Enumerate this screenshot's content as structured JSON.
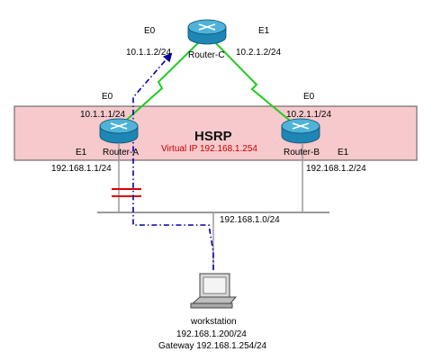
{
  "hsrp": {
    "title": "HSRP",
    "virtual_ip": "Virtual IP 192.168.1.254"
  },
  "routers": {
    "a": {
      "name": "Router-A",
      "e0_label": "E0",
      "e0_ip": "10.1.1.1/24",
      "e1_label": "E1",
      "e1_ip": "192.168.1.1/24"
    },
    "b": {
      "name": "Router-B",
      "e0_label": "E0",
      "e0_ip": "10.2.1.1/24",
      "e1_label": "E1",
      "e1_ip": "192.168.1.2/24"
    },
    "c": {
      "name": "Router-C",
      "e0_label": "E0",
      "e0_ip": "10.1.1.2/24",
      "e1_label": "E1",
      "e1_ip": "10.2.1.2/24"
    }
  },
  "lan": {
    "subnet": "192.168.1.0/24"
  },
  "workstation": {
    "name": "workstation",
    "ip": "192.168.1.200/24",
    "gateway": "Gateway 192.168.1.254/24"
  },
  "colors": {
    "hsrp_box_fill": "#f6c9cc",
    "hsrp_box_border": "#555555",
    "router_body": "#1e86b4",
    "router_top": "#4fb3d9",
    "wan_link": "#22cc22",
    "traffic_path": "#0000aa",
    "fail_mark": "#dd0000",
    "virtual_ip_text": "#cc0000"
  },
  "icons": {
    "router": "router-icon",
    "workstation": "workstation-icon",
    "link_break": "link-failure-icon"
  }
}
